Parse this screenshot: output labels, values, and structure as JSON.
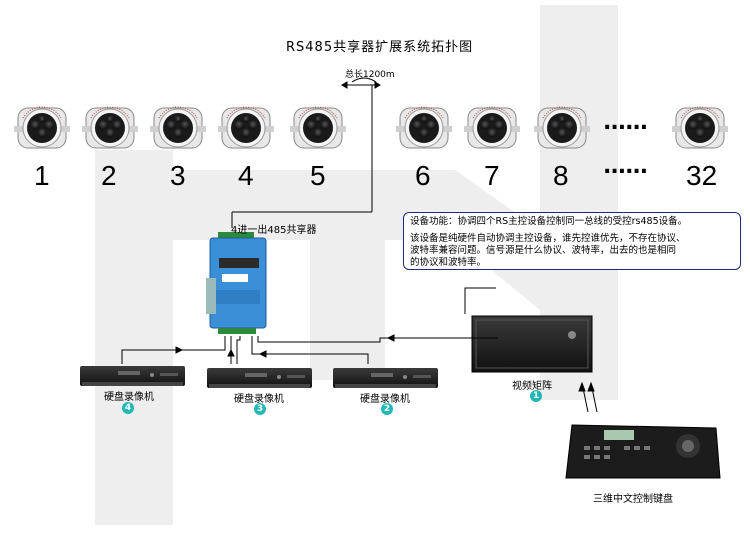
{
  "title": "RS485共享器扩展系统拓扑图",
  "bus_length_label": "总长1200m",
  "cameras": [
    "1",
    "2",
    "3",
    "4",
    "5",
    "6",
    "7",
    "8",
    "32"
  ],
  "sharer_label": "4进一出485共享器",
  "info": {
    "line1": "设备功能：协调四个RS主控设备控制同一总线的受控rs485设备。",
    "line2": "该设备是纯硬件自动协调主控设备，谁先控谁优先，不存在协议、",
    "line3": "波特率兼容问题。信号源是什么协议、波特率，出去的也是相同",
    "line4": "的协议和波特率。"
  },
  "dvrs": [
    {
      "label": "硬盘录像机",
      "badge": "4"
    },
    {
      "label": "硬盘录像机",
      "badge": "3"
    },
    {
      "label": "硬盘录像机",
      "badge": "2"
    }
  ],
  "matrix": {
    "label": "视频矩阵",
    "badge": "1"
  },
  "keyboard_label": "三维中文控制键盘",
  "colors": {
    "badge": "#22b8b8",
    "sharer": "#3a8fd6",
    "watermark": "#eeeeee",
    "info_border": "#1a2a8a"
  }
}
